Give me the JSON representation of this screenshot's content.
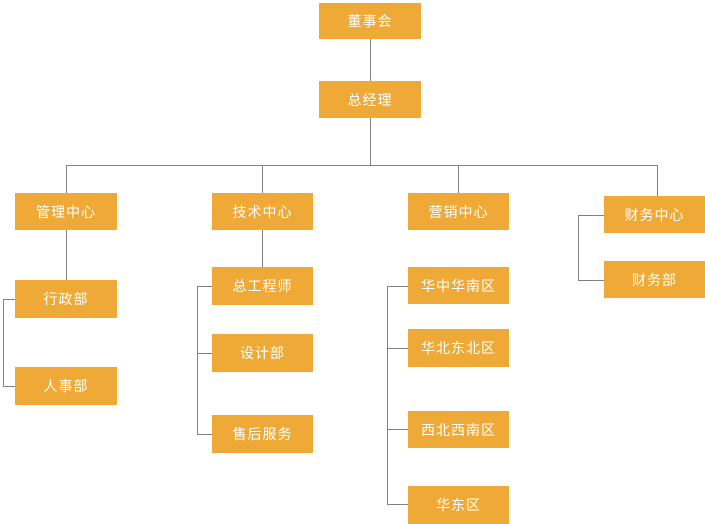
{
  "diagram": {
    "kind": "organization-chart",
    "colors": {
      "node_fill": "#EFA936",
      "node_text": "#FFFFFF",
      "connector": "#818181",
      "background": "#FFFFFF"
    }
  },
  "nodes": {
    "board": {
      "label": "董事会"
    },
    "general_manager": {
      "label": "总经理"
    },
    "management_center": {
      "label": "管理中心"
    },
    "tech_center": {
      "label": "技术中心"
    },
    "marketing_center": {
      "label": "营销中心"
    },
    "finance_center": {
      "label": "财务中心"
    },
    "admin_dept": {
      "label": "行政部"
    },
    "hr_dept": {
      "label": "人事部"
    },
    "chief_engineer": {
      "label": "总工程师"
    },
    "design_dept": {
      "label": "设计部"
    },
    "after_sales": {
      "label": "售后服务"
    },
    "region_central_south": {
      "label": "华中华南区"
    },
    "region_north_northeast": {
      "label": "华北东北区"
    },
    "region_northwest_southwest": {
      "label": "西北西南区"
    },
    "region_east": {
      "label": "华东区"
    },
    "finance_dept": {
      "label": "财务部"
    }
  },
  "edges": [
    {
      "from": "board",
      "to": "general_manager"
    },
    {
      "from": "general_manager",
      "to": "management_center"
    },
    {
      "from": "general_manager",
      "to": "tech_center"
    },
    {
      "from": "general_manager",
      "to": "marketing_center"
    },
    {
      "from": "general_manager",
      "to": "finance_center"
    },
    {
      "from": "management_center",
      "to": "admin_dept"
    },
    {
      "from": "admin_dept",
      "to": "hr_dept"
    },
    {
      "from": "tech_center",
      "to": "chief_engineer"
    },
    {
      "from": "chief_engineer",
      "to": "design_dept"
    },
    {
      "from": "chief_engineer",
      "to": "after_sales"
    },
    {
      "from": "region_central_south",
      "to": "region_north_northeast"
    },
    {
      "from": "region_central_south",
      "to": "region_northwest_southwest"
    },
    {
      "from": "region_central_south",
      "to": "region_east"
    },
    {
      "from": "finance_center",
      "to": "finance_dept"
    }
  ]
}
